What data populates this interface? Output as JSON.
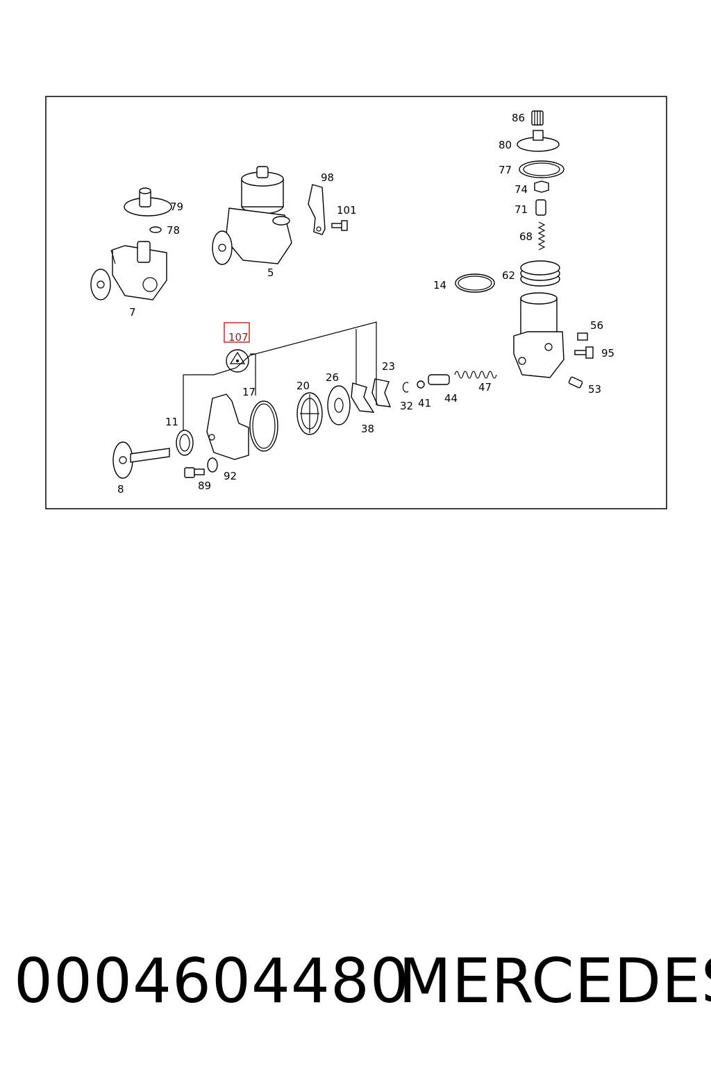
{
  "diagram": {
    "callouts": {
      "c86": "86",
      "c80": "80",
      "c77": "77",
      "c74": "74",
      "c71": "71",
      "c68": "68",
      "c62": "62",
      "c14": "14",
      "c56": "56",
      "c95": "95",
      "c53": "53",
      "c47": "47",
      "c44": "44",
      "c41": "41",
      "c32": "32",
      "c23": "23",
      "c38": "38",
      "c26": "26",
      "c20": "20",
      "c17": "17",
      "c11": "11",
      "c8": "8",
      "c89": "89",
      "c92": "92",
      "c79": "79",
      "c78": "78",
      "c7": "7",
      "c5": "5",
      "c98": "98",
      "c101": "101"
    },
    "highlighted_callout": "107",
    "highlight_color": "#d9362b"
  },
  "footer": {
    "part_number": "0004604480",
    "brand": "MERCEDES"
  }
}
